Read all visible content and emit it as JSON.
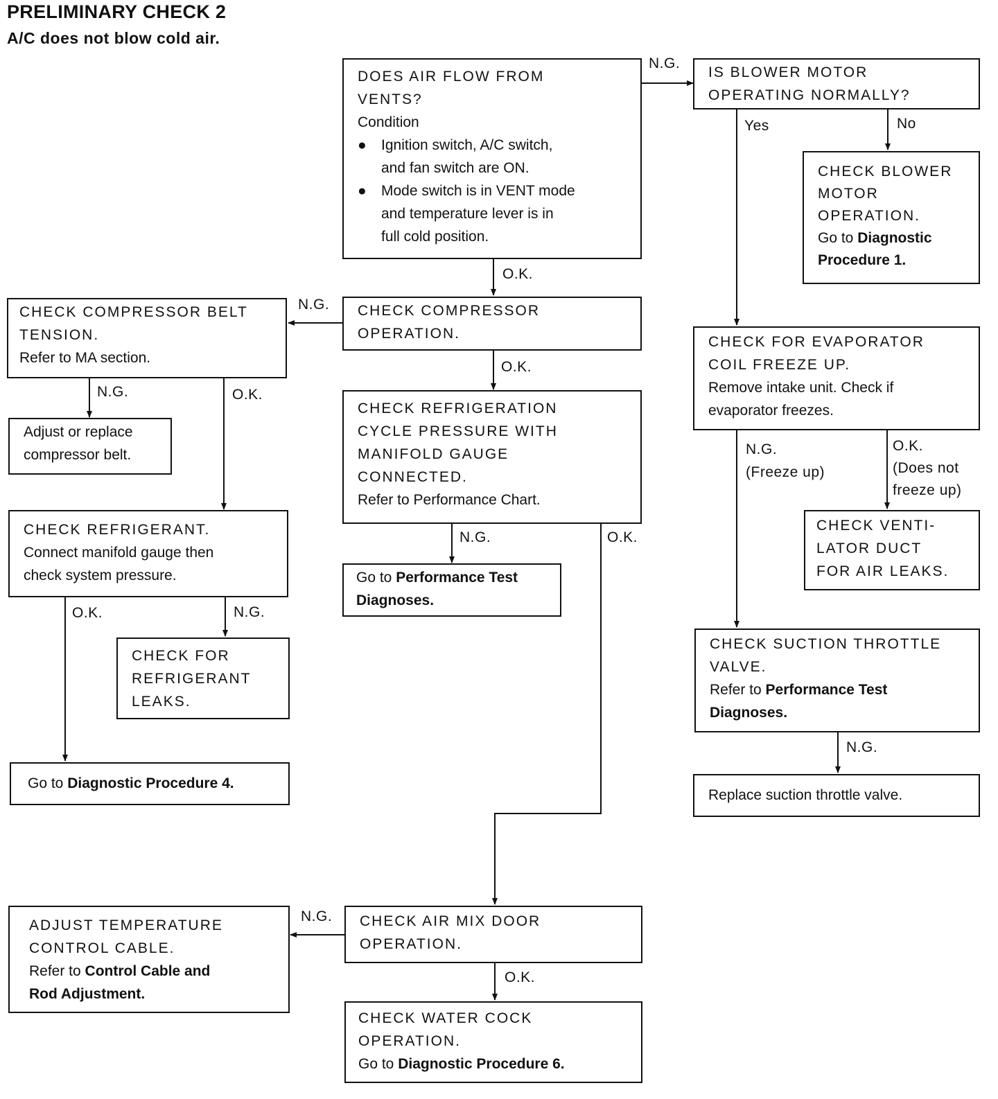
{
  "header": {
    "title": "PRELIMINARY CHECK 2",
    "subtitle": "A/C does not blow cold air."
  },
  "nodes": {
    "air_flow": {
      "heading": [
        "DOES AIR FLOW FROM",
        "VENTS?"
      ],
      "condition_label": "Condition",
      "bullets": [
        [
          "Ignition switch, A/C switch,",
          "and fan switch are ON."
        ],
        [
          "Mode switch is in VENT mode",
          "and temperature lever is in",
          "full cold position."
        ]
      ]
    },
    "blower_motor": {
      "heading": [
        "IS BLOWER MOTOR",
        "OPERATING NORMALLY?"
      ]
    },
    "check_blower": {
      "heading": [
        "CHECK BLOWER",
        "MOTOR",
        "OPERATION."
      ],
      "prefix": "Go to ",
      "bold": [
        "Diagnostic",
        "Procedure 1."
      ]
    },
    "compressor_op": {
      "heading": [
        "CHECK COMPRESSOR",
        "OPERATION."
      ]
    },
    "belt_tension": {
      "heading": [
        "CHECK COMPRESSOR BELT",
        "TENSION."
      ],
      "note": "Refer to MA section."
    },
    "adjust_belt": {
      "lines": [
        "Adjust or replace",
        "compressor belt."
      ]
    },
    "refrig_cycle": {
      "heading": [
        "CHECK REFRIGERATION",
        "CYCLE PRESSURE WITH",
        "MANIFOLD GAUGE",
        "CONNECTED."
      ],
      "note": "Refer to Performance Chart."
    },
    "perf_test": {
      "prefix": "Go to ",
      "bold": [
        "Performance Test",
        "Diagnoses."
      ]
    },
    "evap_freeze": {
      "heading": [
        "CHECK FOR EVAPORATOR",
        "COIL FREEZE UP."
      ],
      "note": [
        "Remove intake unit. Check if",
        "evaporator freezes."
      ]
    },
    "refrigerant": {
      "heading": [
        "CHECK REFRIGERANT."
      ],
      "note": [
        "Connect manifold gauge then",
        "check system pressure."
      ]
    },
    "refrig_leaks": {
      "heading": [
        "CHECK FOR",
        "REFRIGERANT",
        "LEAKS."
      ]
    },
    "vent_duct": {
      "heading": [
        "CHECK VENTI-",
        "LATOR DUCT",
        "FOR AIR LEAKS."
      ]
    },
    "diag4": {
      "prefix": "Go to ",
      "bold": "Diagnostic Procedure 4."
    },
    "suction_valve": {
      "heading": [
        "CHECK SUCTION THROTTLE",
        "VALVE."
      ],
      "prefix": "Refer to ",
      "bold": [
        "Performance Test",
        "Diagnoses."
      ]
    },
    "replace_valve": {
      "lines": [
        "Replace suction throttle valve."
      ]
    },
    "air_mix": {
      "heading": [
        "CHECK AIR MIX DOOR",
        "OPERATION."
      ]
    },
    "adjust_cable": {
      "heading": [
        "ADJUST TEMPERATURE",
        "CONTROL CABLE."
      ],
      "prefix": "Refer to ",
      "bold": [
        "Control Cable and",
        "Rod Adjustment."
      ]
    },
    "water_cock": {
      "heading": [
        "CHECK WATER COCK",
        "OPERATION."
      ],
      "prefix": "Go to ",
      "bold": "Diagnostic Procedure 6."
    }
  },
  "edge_labels": {
    "ng": "N.G.",
    "ok": "O.K.",
    "yes": "Yes",
    "no": "No",
    "ng_freeze": [
      "N.G.",
      "(Freeze up)"
    ],
    "ok_no_freeze": [
      "O.K.",
      "(Does not",
      "freeze up)"
    ]
  }
}
